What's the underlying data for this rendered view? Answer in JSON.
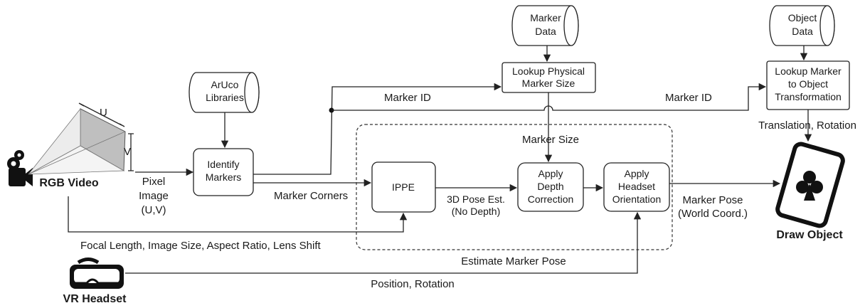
{
  "sources": {
    "rgb_video": "RGB Video",
    "vr_headset": "VR Headset",
    "aruco": [
      "ArUco",
      "Libraries"
    ],
    "marker_data": [
      "Marker",
      "Data"
    ],
    "object_data": [
      "Object",
      "Data"
    ]
  },
  "frustum": {
    "u": "U",
    "v": "V"
  },
  "processes": {
    "identify": [
      "Identify",
      "Markers"
    ],
    "lookup_size": [
      "Lookup Physical",
      "Marker Size"
    ],
    "lookup_transform": [
      "Lookup Marker",
      "to Object",
      "Transformation"
    ],
    "ippe": [
      "IPPE"
    ],
    "depth": [
      "Apply",
      "Depth",
      "Correction"
    ],
    "headset": [
      "Apply",
      "Headset",
      "Orientation"
    ]
  },
  "group_label": "Estimate Marker Pose",
  "output": {
    "draw_object": "Draw Object"
  },
  "edge_labels": {
    "pixel_image": [
      "Pixel",
      "Image",
      "(U,V)"
    ],
    "marker_id_1": "Marker ID",
    "marker_id_2": "Marker ID",
    "marker_corners": "Marker Corners",
    "marker_size": "Marker Size",
    "pose_est": [
      "3D Pose Est.",
      "(No Depth)"
    ],
    "marker_pose": [
      "Marker Pose",
      "(World Coord.)"
    ],
    "translation_rotation": "Translation, Rotation",
    "camera_params": "Focal Length, Image Size, Aspect Ratio, Lens Shift",
    "position_rotation": "Position, Rotation"
  }
}
